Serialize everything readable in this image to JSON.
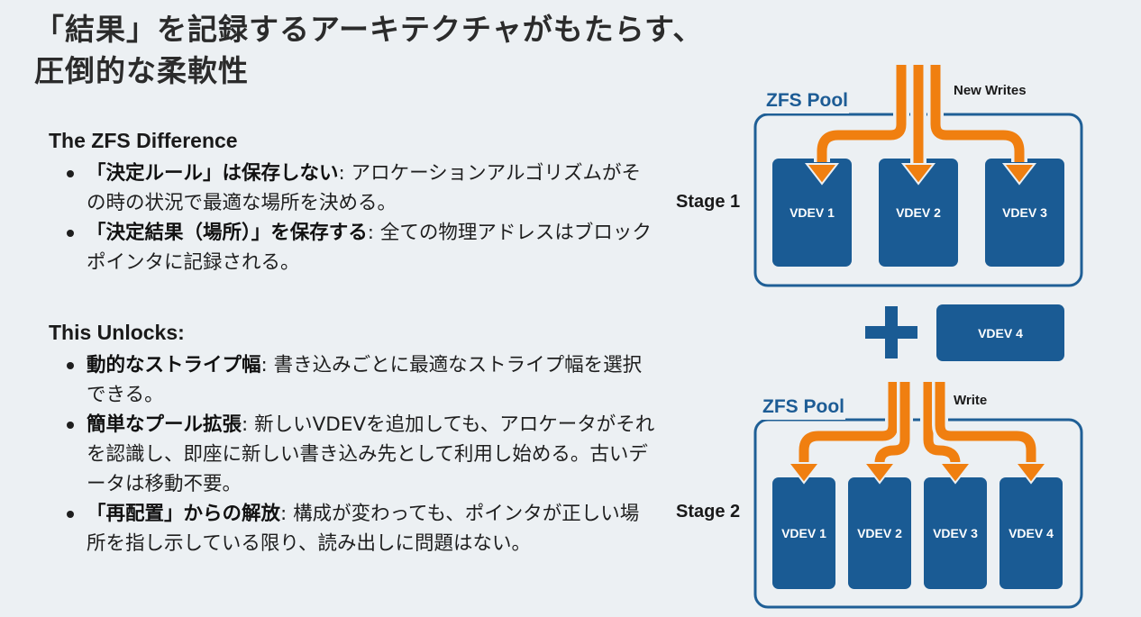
{
  "title": {
    "line1": "「結果」を記録するアーキテクチャがもたらす、",
    "line2": "圧倒的な柔軟性"
  },
  "zfs_difference": {
    "heading": "The ZFS Difference",
    "items": [
      {
        "bold": "「決定ルール」は保存しない",
        "text": ": アロケーションアルゴリズムがその時の状況で最適な場所を決める。"
      },
      {
        "bold": "「決定結果（場所）」を保存する",
        "text": ": 全ての物理アドレスはブロックポインタに記録される。"
      }
    ]
  },
  "unlocks": {
    "heading": "This Unlocks:",
    "items": [
      {
        "bold": "動的なストライプ幅",
        "text": ": 書き込みごとに最適なストライプ幅を選択できる。"
      },
      {
        "bold": "簡単なプール拡張",
        "text": ": 新しいVDEVを追加しても、アロケータがそれを認識し、即座に新しい書き込み先として利用し始める。古いデータは移動不要。"
      },
      {
        "bold": "「再配置」からの解放",
        "text": ": 構成が変わっても、ポインタが正しい場所を指し示している限り、読み出しに問題はない。"
      }
    ]
  },
  "diagram": {
    "stage1": {
      "label": "Stage 1",
      "pool_label": "ZFS Pool",
      "writes_label": "New Writes",
      "vdevs": [
        "VDEV 1",
        "VDEV 2",
        "VDEV 3"
      ]
    },
    "added_vdev": "VDEV 4",
    "stage2": {
      "label": "Stage 2",
      "pool_label": "ZFS Pool",
      "writes_label": "Write",
      "vdevs": [
        "VDEV 1",
        "VDEV 2",
        "VDEV 3",
        "VDEV 4"
      ]
    },
    "colors": {
      "vdev": "#1a5b94",
      "pool_border": "#1f5f96",
      "arrow": "#f07f10",
      "pool_label": "#1d5c95"
    }
  }
}
